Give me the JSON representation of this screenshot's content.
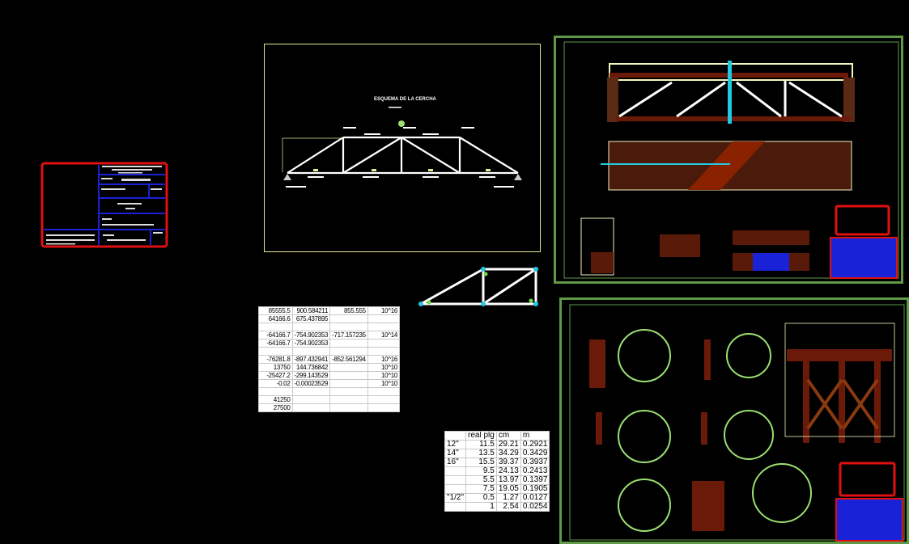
{
  "viewport": {
    "background": "#000000"
  },
  "colors": {
    "sheet_border": "#5e9a48",
    "title_block_red": "#e01010",
    "title_block_blue": "#1a22d8",
    "truss_frame": "#e8e890",
    "member": "#ffffff",
    "joint": "#23c9e0"
  },
  "truss_scheme": {
    "title": "ESQUEMA DE LA CERCHA",
    "load_unit": "Kg"
  },
  "results_table": {
    "rows": [
      [
        "85555.5",
        "900.584211",
        "855.555",
        "10^16"
      ],
      [
        "64166.6",
        "675.437895",
        "",
        ""
      ],
      [
        "",
        "",
        "",
        ""
      ],
      [
        "-64166.7",
        "-754.902353",
        "-717.157235",
        "10^14"
      ],
      [
        "-64166.7",
        "-754.902353",
        "",
        ""
      ],
      [
        "",
        "",
        "",
        ""
      ],
      [
        "-76281.8",
        "-897.432941",
        "-852.561294",
        "10^16"
      ],
      [
        "13750",
        "144.736842",
        "",
        "10^10"
      ],
      [
        "-25427.2",
        "-299.143529",
        "",
        "10^10"
      ],
      [
        "-0.02",
        "-0.00023529",
        "",
        "10^10"
      ],
      [
        "",
        "",
        "",
        ""
      ],
      [
        "41250",
        "",
        "",
        ""
      ],
      [
        "27500",
        "",
        "",
        ""
      ]
    ]
  },
  "conversion_table": {
    "headers": [
      "",
      "real plg",
      "cm",
      "m"
    ],
    "rows": [
      [
        "12\"",
        "11.5",
        "29.21",
        "0.2921"
      ],
      [
        "14\"",
        "13.5",
        "34.29",
        "0.3429"
      ],
      [
        "16\"",
        "15.5",
        "39.37",
        "0.3937"
      ],
      [
        "",
        "9.5",
        "24.13",
        "0.2413"
      ],
      [
        "",
        "5.5",
        "13.97",
        "0.1397"
      ],
      [
        "",
        "7.5",
        "19.05",
        "0.1905"
      ],
      [
        "\"1/2\"",
        "0.5",
        "1.27",
        "0.0127"
      ],
      [
        "",
        "1",
        "2.54",
        "0.0254"
      ]
    ]
  }
}
